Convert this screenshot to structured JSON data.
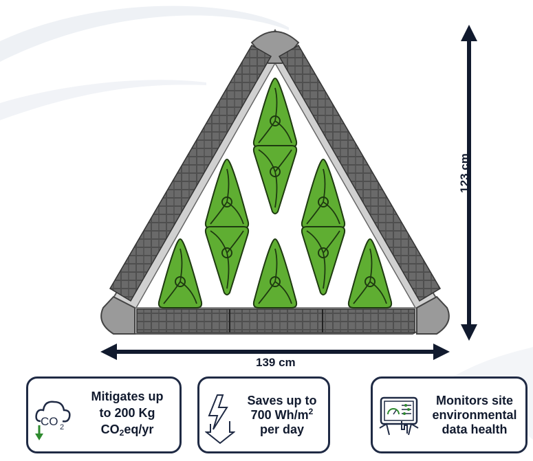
{
  "dimensions": {
    "height_label": "123 cm",
    "width_label": "139 cm"
  },
  "cards": {
    "co2": {
      "line1": "Mitigates up",
      "line2": "to 200 Kg",
      "line3_main": "CO",
      "line3_sub": "2",
      "line3_end": "eq/yr",
      "icon_text": "CO",
      "icon_sub": "2"
    },
    "energy": {
      "line1": "Saves up to",
      "line2_main": "700 Wh/m",
      "line2_sup": "2",
      "line3": "per day"
    },
    "monitor": {
      "line1": "Monitors site",
      "line2": "environmental",
      "line3": "data health"
    }
  },
  "colors": {
    "navy": "#111a2e",
    "panel_green": "#5fae32",
    "frame_gray": "#8a8a8a",
    "solar_dark": "#4d4d4d"
  },
  "icons": [
    "cloud-co2-icon",
    "lightning-down-arrow-icon",
    "tablet-dashboard-icon"
  ]
}
